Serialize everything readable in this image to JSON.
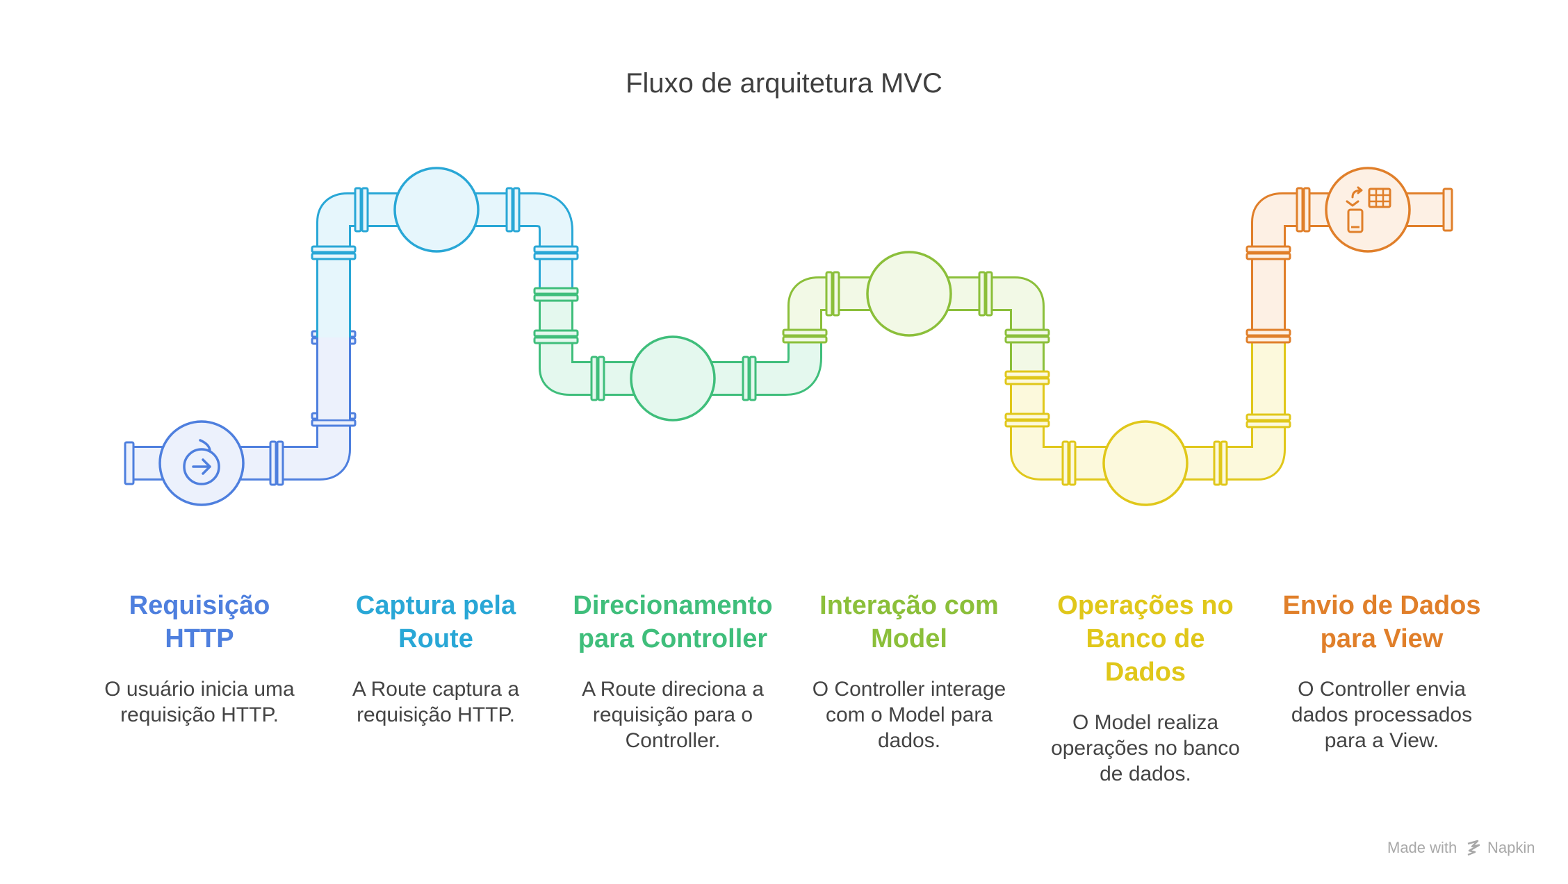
{
  "title": "Fluxo de arquitetura MVC",
  "steps": [
    {
      "title_lines": [
        "Requisição",
        "HTTP"
      ],
      "desc_lines": [
        "O usuário inicia uma",
        "requisição HTTP."
      ],
      "color": "#4e7fde",
      "fill": "#ecf1fc",
      "icon": "arrow-right-circle-icon"
    },
    {
      "title_lines": [
        "Captura pela",
        "Route"
      ],
      "desc_lines": [
        "A Route captura a",
        "requisição HTTP."
      ],
      "color": "#29a7d6",
      "fill": "#e6f6fc",
      "icon": ""
    },
    {
      "title_lines": [
        "Direcionamento",
        "para Controller"
      ],
      "desc_lines": [
        "A Route direciona a",
        "requisição para o",
        "Controller."
      ],
      "color": "#3fbe7b",
      "fill": "#e4f8ee",
      "icon": ""
    },
    {
      "title_lines": [
        "Interação com",
        "Model"
      ],
      "desc_lines": [
        "O Controller interage",
        "com o Model para",
        "dados."
      ],
      "color": "#8bbf3a",
      "fill": "#f2f9e6",
      "icon": ""
    },
    {
      "title_lines": [
        "Operações no",
        "Banco de",
        "Dados"
      ],
      "desc_lines": [
        "O Model realiza",
        "operações no banco",
        "de dados."
      ],
      "color": "#e0c71a",
      "fill": "#fcf9dc",
      "icon": ""
    },
    {
      "title_lines": [
        "Envio de Dados",
        "para View"
      ],
      "desc_lines": [
        "O Controller envia",
        "dados processados",
        "para a View."
      ],
      "color": "#e07f2a",
      "fill": "#fdf0e4",
      "icon": "data-transfer-icon"
    }
  ],
  "footer": {
    "made_with": "Made with",
    "brand": "Napkin"
  }
}
